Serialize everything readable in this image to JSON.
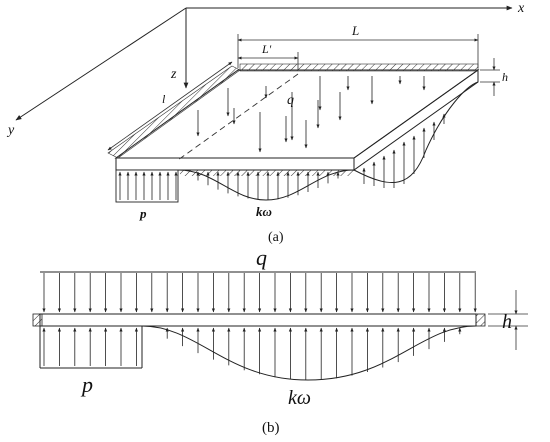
{
  "figure": {
    "panel_a": {
      "caption": "(a)",
      "axes": {
        "x": "x",
        "y": "y",
        "z": "z"
      },
      "labels": {
        "L": "L",
        "L_prime": "L'",
        "l": "l",
        "q": "q",
        "h": "h",
        "p": "p",
        "k_omega": "kω"
      }
    },
    "panel_b": {
      "caption": "(b)",
      "labels": {
        "q": "q",
        "h": "h",
        "p": "p",
        "k_omega": "kω"
      }
    }
  }
}
